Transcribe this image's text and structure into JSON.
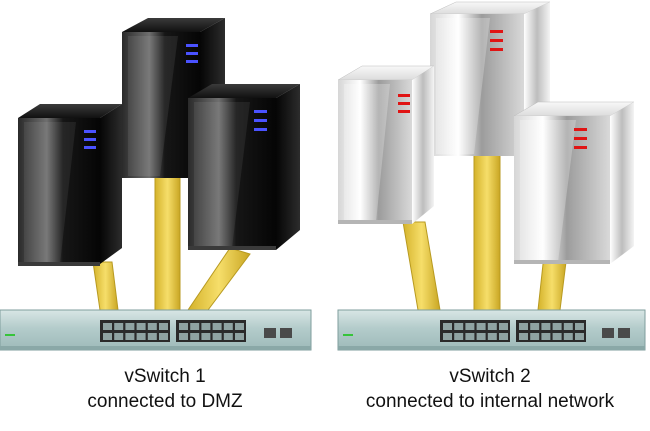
{
  "colors": {
    "cable": "#f0d04a",
    "cable_edge": "#b89a20",
    "switch_body": "#b7d0cf",
    "dark_server": "#111111",
    "light_server": "#eeeeee",
    "dark_server_led": "#4a52ff",
    "light_server_led": "#e01414",
    "switch_status_led": "#36c43a"
  },
  "groups": [
    {
      "id": "group-1",
      "server_style": "dark",
      "server_count": 3,
      "caption": {
        "line1": "vSwitch 1",
        "line2": "connected to DMZ"
      }
    },
    {
      "id": "group-2",
      "server_style": "light",
      "server_count": 3,
      "caption": {
        "line1": "vSwitch 2",
        "line2": "connected to internal network"
      }
    }
  ]
}
